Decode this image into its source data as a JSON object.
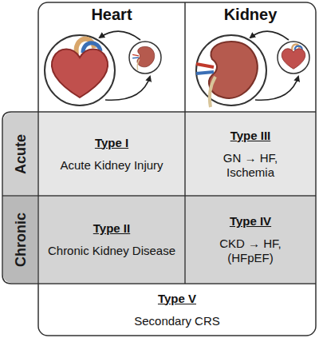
{
  "diagram": {
    "nodes": [
      {
        "text": [
          "Heart"
        ]
      },
      {
        "text": [
          "Kidney"
        ]
      },
      {
        "text": [
          "Acute"
        ]
      },
      {
        "text": [
          "Type I",
          "Acute Kidney Injury"
        ]
      },
      {
        "text": [
          "Type III",
          "GN → HF, Ischemia"
        ]
      },
      {
        "text": [
          "Chronic"
        ]
      },
      {
        "text": [
          "Type II",
          "Chronic Kidney Disease"
        ]
      },
      {
        "text": [
          "Type IV",
          "CKD → HF, (HFpEF)"
        ]
      },
      {
        "text": [
          "Type V",
          "Secondary CRS"
        ]
      }
    ]
  }
}
